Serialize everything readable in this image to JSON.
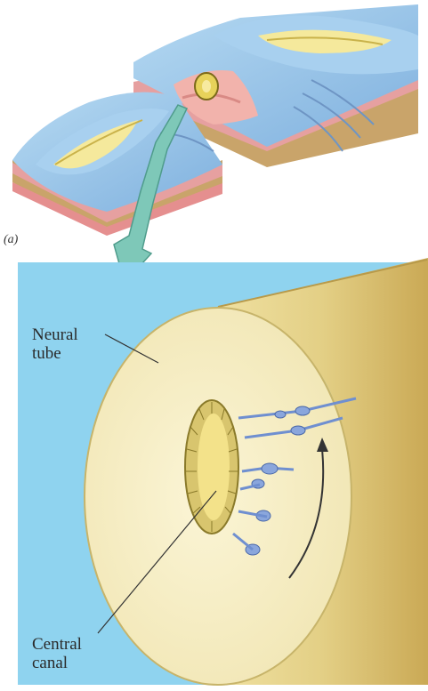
{
  "figure": {
    "panel_label": "(a)",
    "labels": {
      "neural_tube": "Neural\ntube",
      "central_canal": "Central\ncanal"
    },
    "colors": {
      "background_panel": "#8fd3ef",
      "tube_cream": "#f6efc4",
      "tube_side": "#e2cf86",
      "canal_ring": "#d8c56e",
      "canal_inner": "#f3e28a",
      "embryo_blue": "#9cc8e8",
      "embryo_pink": "#eaa3a0",
      "arrow_teal": "#7ec8b8",
      "cell_blue": "#6f8fd0"
    }
  }
}
